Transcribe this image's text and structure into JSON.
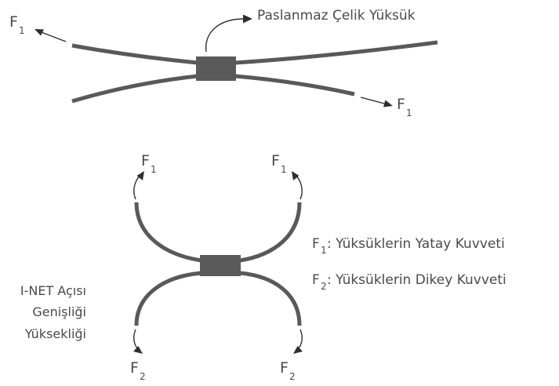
{
  "top_diagram": {
    "ring_label": "Paslanmaz Çelik Yüksük",
    "force_left": {
      "main": "F",
      "sub": "1"
    },
    "force_right": {
      "main": "F",
      "sub": "1"
    }
  },
  "bottom_diagram": {
    "force_top_left": {
      "main": "F",
      "sub": "1"
    },
    "force_top_right": {
      "main": "F",
      "sub": "1"
    },
    "force_bottom_left": {
      "main": "F",
      "sub": "2"
    },
    "force_bottom_right": {
      "main": "F",
      "sub": "2"
    }
  },
  "legend": [
    {
      "symbol": "F",
      "sub": "1",
      "text": ": Yüksüklerin Yatay Kuvveti"
    },
    {
      "symbol": "F",
      "sub": "2",
      "text": ": Yüksüklerin Dikey Kuvveti"
    }
  ],
  "left_cut_text": {
    "line1": "I-NET Açısı",
    "line2": "Genişliği",
    "line3": "Yüksekliği"
  }
}
